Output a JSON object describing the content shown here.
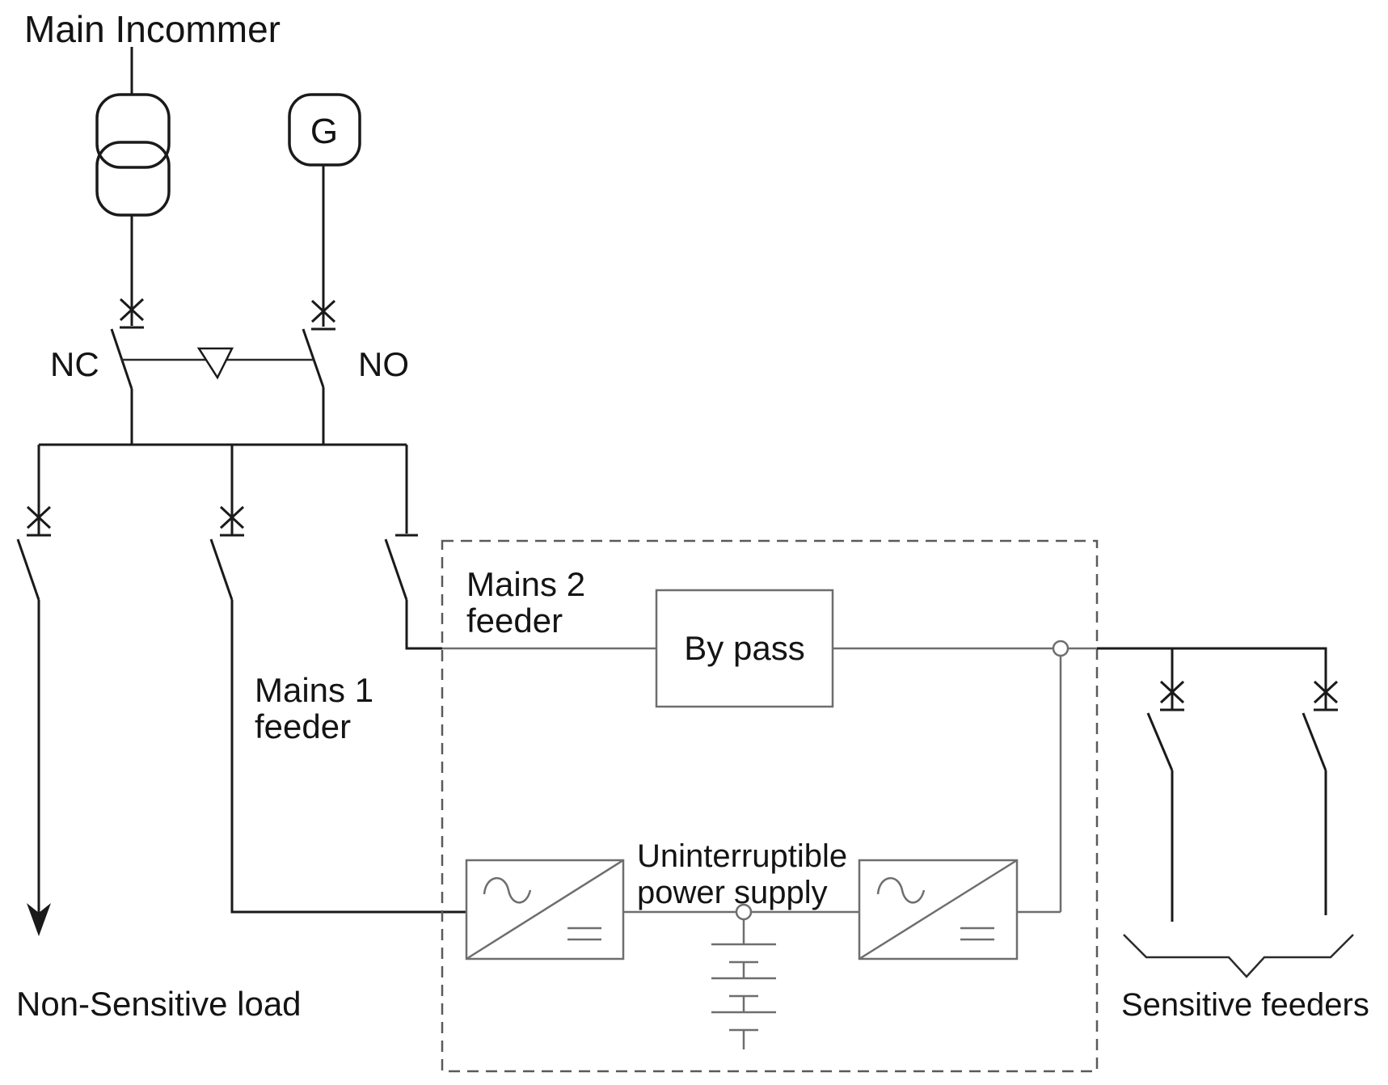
{
  "diagram": {
    "title": "Main Incommer",
    "generator_label": "G",
    "switch_labels": {
      "nc": "NC",
      "no": "NO"
    },
    "feeders": {
      "mains1_line1": "Mains 1",
      "mains1_line2": "feeder",
      "mains2_line1": "Mains 2",
      "mains2_line2": "feeder"
    },
    "bypass_label": "By pass",
    "ups_label_line1": "Uninterruptible",
    "ups_label_line2": "power supply",
    "loads": {
      "non_sensitive": "Non-Sensitive load",
      "sensitive": "Sensitive feeders"
    }
  },
  "icons": {
    "transformer": "transformer-icon",
    "generator": "generator-icon",
    "circuit_breaker": "circuit-breaker-x-icon",
    "disconnector": "disconnector-blade-icon",
    "changeover_triangle": "changeover-triangle-icon",
    "junction_node": "junction-node-icon",
    "converter": "ac-dc-converter-icon",
    "battery": "battery-icon",
    "load_arrow": "load-arrow-icon",
    "feeder_brace": "feeder-group-brace-icon"
  },
  "colors": {
    "line": "#1a1a1a",
    "ups_gray": "#6e6e6e",
    "dashed_border": "#5a5a5a",
    "text": "#141414",
    "background": "#ffffff"
  }
}
